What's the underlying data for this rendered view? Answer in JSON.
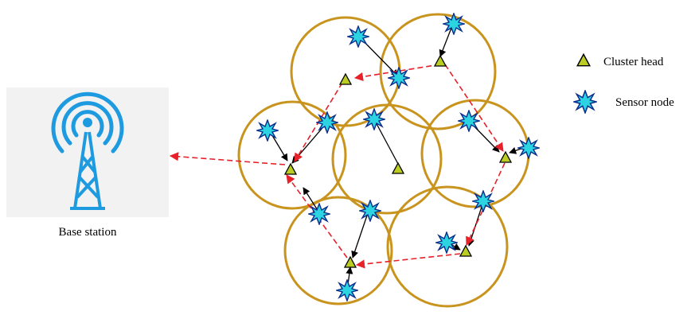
{
  "colors": {
    "circle": "#C8941E",
    "cluster_head": "#BBCC22",
    "sensor": "#2BD4E0",
    "sensor_outline": "#0A2D8C",
    "inter_cluster_link": "#E8202A",
    "intra_cluster_link": "#000000",
    "antenna": "#1E9BE0",
    "panel_bg": "#F2F2F2"
  },
  "labels": {
    "base_station": "Base station",
    "legend_cluster_head": "Cluster head",
    "legend_sensor_node": "Sensor node"
  },
  "icons": {
    "base_station": "radio-tower-icon",
    "cluster_head": "triangle-icon",
    "sensor_node": "star-burst-icon"
  }
}
